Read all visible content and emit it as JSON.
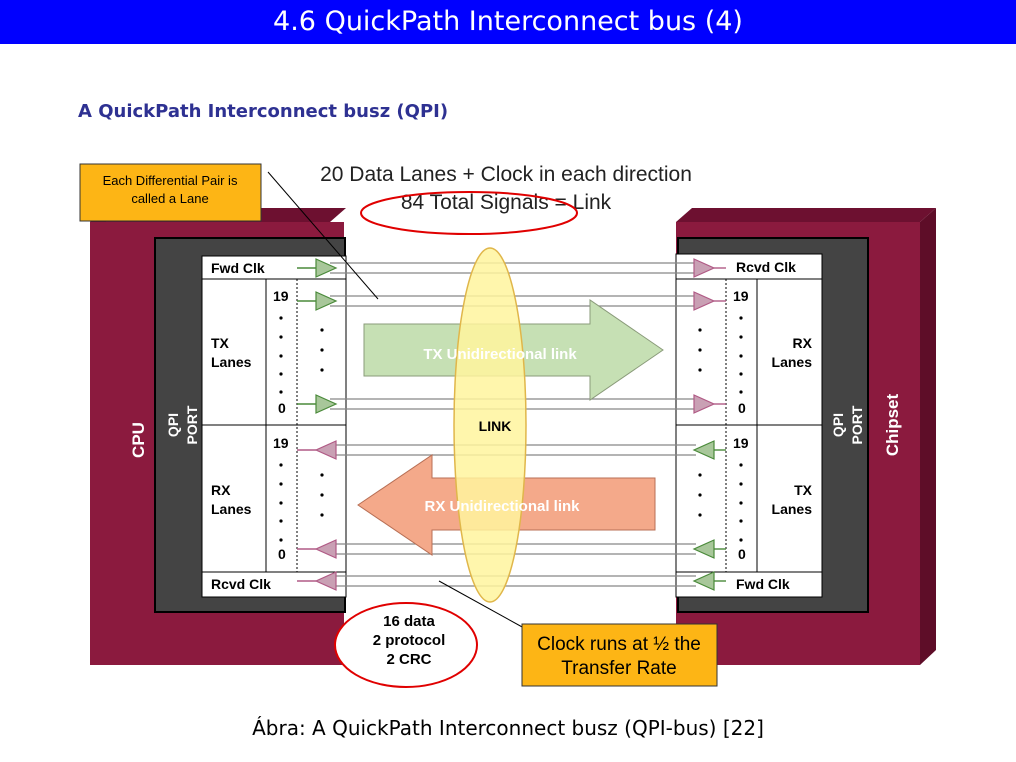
{
  "slide": {
    "title": "4.6 QuickPath Interconnect bus (4)",
    "subtitle": "A QuickPath Interconnect busz (QPI)",
    "caption": "Ábra: A QuickPath Interconnect busz (QPI-bus) [22]"
  },
  "diagram": {
    "header_line1": "20 Data Lanes + Clock in each direction",
    "header_line2": "84 Total Signals = Link",
    "callout_lane": [
      "Each Differential Pair is",
      "called a Lane"
    ],
    "callout_clock": [
      "Clock runs at ½ the",
      "Transfer Rate"
    ],
    "breakdown": [
      "16 data",
      "2 protocol",
      "2 CRC"
    ],
    "link_label": "LINK",
    "tx_arrow_label": "TX Unidirectional link",
    "rx_arrow_label": "RX Unidirectional link",
    "left": {
      "device": "CPU",
      "port": [
        "QPI",
        "PORT"
      ],
      "clk_top": "Fwd Clk",
      "clk_bottom": "Rcvd Clk",
      "upper_group": [
        "TX",
        "Lanes"
      ],
      "lower_group": [
        "RX",
        "Lanes"
      ]
    },
    "right": {
      "device": "Chipset",
      "port": [
        "QPI",
        "PORT"
      ],
      "clk_top": "Rcvd Clk",
      "clk_bottom": "Fwd Clk",
      "upper_group": [
        "RX",
        "Lanes"
      ],
      "lower_group": [
        "TX",
        "Lanes"
      ]
    },
    "lane_top": "19",
    "lane_bottom": "0",
    "colors": {
      "device": "#8b1a3e",
      "device_top": "#6d1030",
      "port": "#444444",
      "tx_arrow": "#c6e0b4",
      "rx_arrow": "#f4a98a",
      "link_ellipse": "#fff59d",
      "callout": "#fdb515",
      "highlight": "#e00000",
      "title_bar": "#0000ff"
    }
  }
}
